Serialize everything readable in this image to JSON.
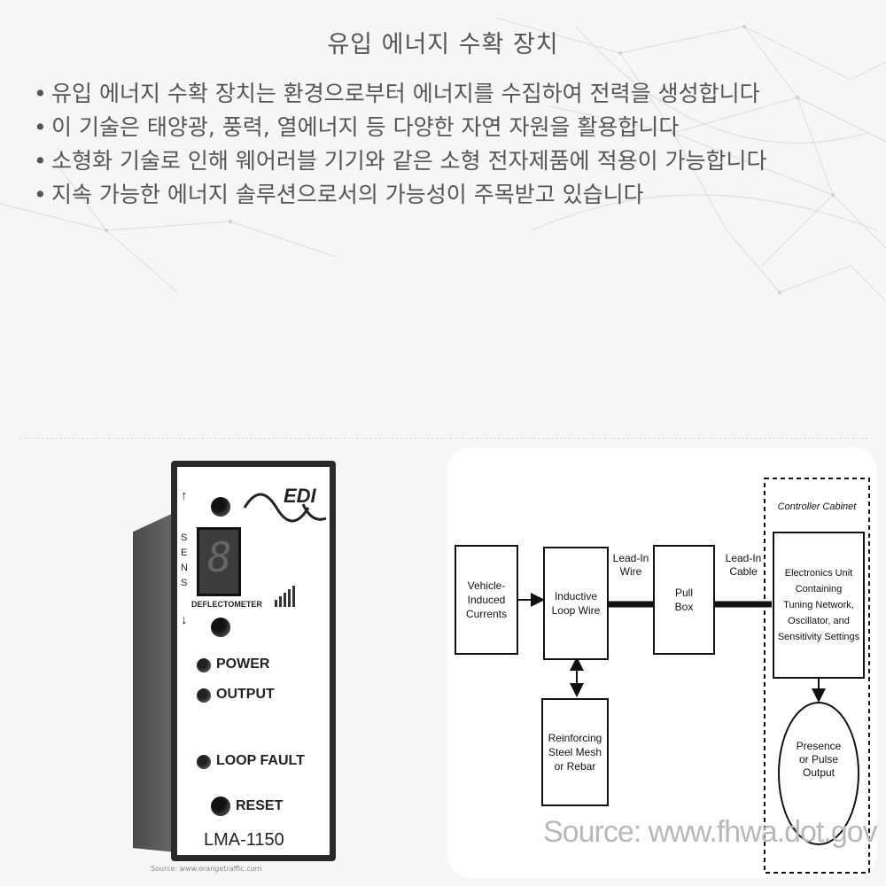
{
  "title": "유입 에너지 수확 장치",
  "bullets": [
    "유입 에너지 수확 장치는 환경으로부터 에너지를 수집하여 전력을 생성합니다",
    "이 기술은 태양광, 풍력, 열에너지 등 다양한 자연 자원을 활용합니다",
    "소형화 기술로 인해 웨어러블 기기와 같은 소형 전자제품에 적용이 가능합니다",
    "지속 가능한 에너지 솔루션으로서의 가능성이 주목받고 있습니다"
  ],
  "bullet_marker": "•",
  "device": {
    "logo": "EDI",
    "sens_label": "SENS",
    "deflectometer": "DEFLECTOMETER",
    "power": "POWER",
    "output": "OUTPUT",
    "loop_fault": "LOOP FAULT",
    "reset": "RESET",
    "model": "LMA-1150",
    "arrow_up": "↑",
    "arrow_down": "↓",
    "display_digit": "8",
    "source": "Source: www.orangetraffic.com"
  },
  "diagram": {
    "vehicle": "Vehicle-\nInduced\nCurrents",
    "inductive": "Inductive\nLoop Wire",
    "lead_in_wire": "Lead-In\nWire",
    "pull_box": "Pull\nBox",
    "lead_in_cable": "Lead-In\nCable",
    "controller_cabinet": "Controller Cabinet",
    "electronics": "Electronics Unit\nContaining\nTuning Network,\nOscillator, and\nSensitivity Settings",
    "reinforcing": "Reinforcing\nSteel Mesh\nor Rebar",
    "presence": "Presence\nor Pulse\nOutput",
    "source": "Source: www.fhwa.dot.gov"
  }
}
